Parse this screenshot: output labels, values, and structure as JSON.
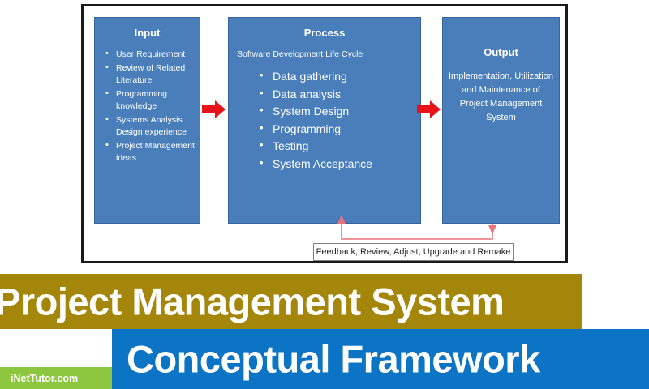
{
  "diagram": {
    "input": {
      "title": "Input",
      "items": [
        "User Requirement",
        "Review of Related Literature",
        "Programming knowledge",
        "Systems Analysis Design experience",
        "Project Management ideas"
      ]
    },
    "process": {
      "title": "Process",
      "subtitle": "Software Development Life Cycle",
      "items": [
        "Data gathering",
        "Data analysis",
        "System Design",
        "Programming",
        "Testing",
        "System Acceptance"
      ]
    },
    "output": {
      "title": "Output",
      "body": "Implementation, Utilization and Maintenance of Project Management System"
    },
    "feedback": {
      "label": "Feedback, Review, Adjust, Upgrade and Remake"
    },
    "arrows": {
      "input_to_process": "right-arrow-icon",
      "process_to_output": "right-arrow-icon",
      "feedback_up": "up-arrow-icon",
      "feedback_down": "down-arrow-icon"
    }
  },
  "banners": {
    "gold": {
      "text": "Project Management System",
      "color": "#a4860a"
    },
    "blue": {
      "text": "Conceptual Framework",
      "color": "#0b74c4"
    }
  },
  "logo": {
    "text": "iNetTutor.com",
    "color": "#8dc63f"
  },
  "colors": {
    "box_fill": "#4a7ebb",
    "box_border": "#39649b",
    "arrow_red": "#e8121a",
    "feedback_line": "#e8737a",
    "frame_border": "#1a1a1a"
  }
}
